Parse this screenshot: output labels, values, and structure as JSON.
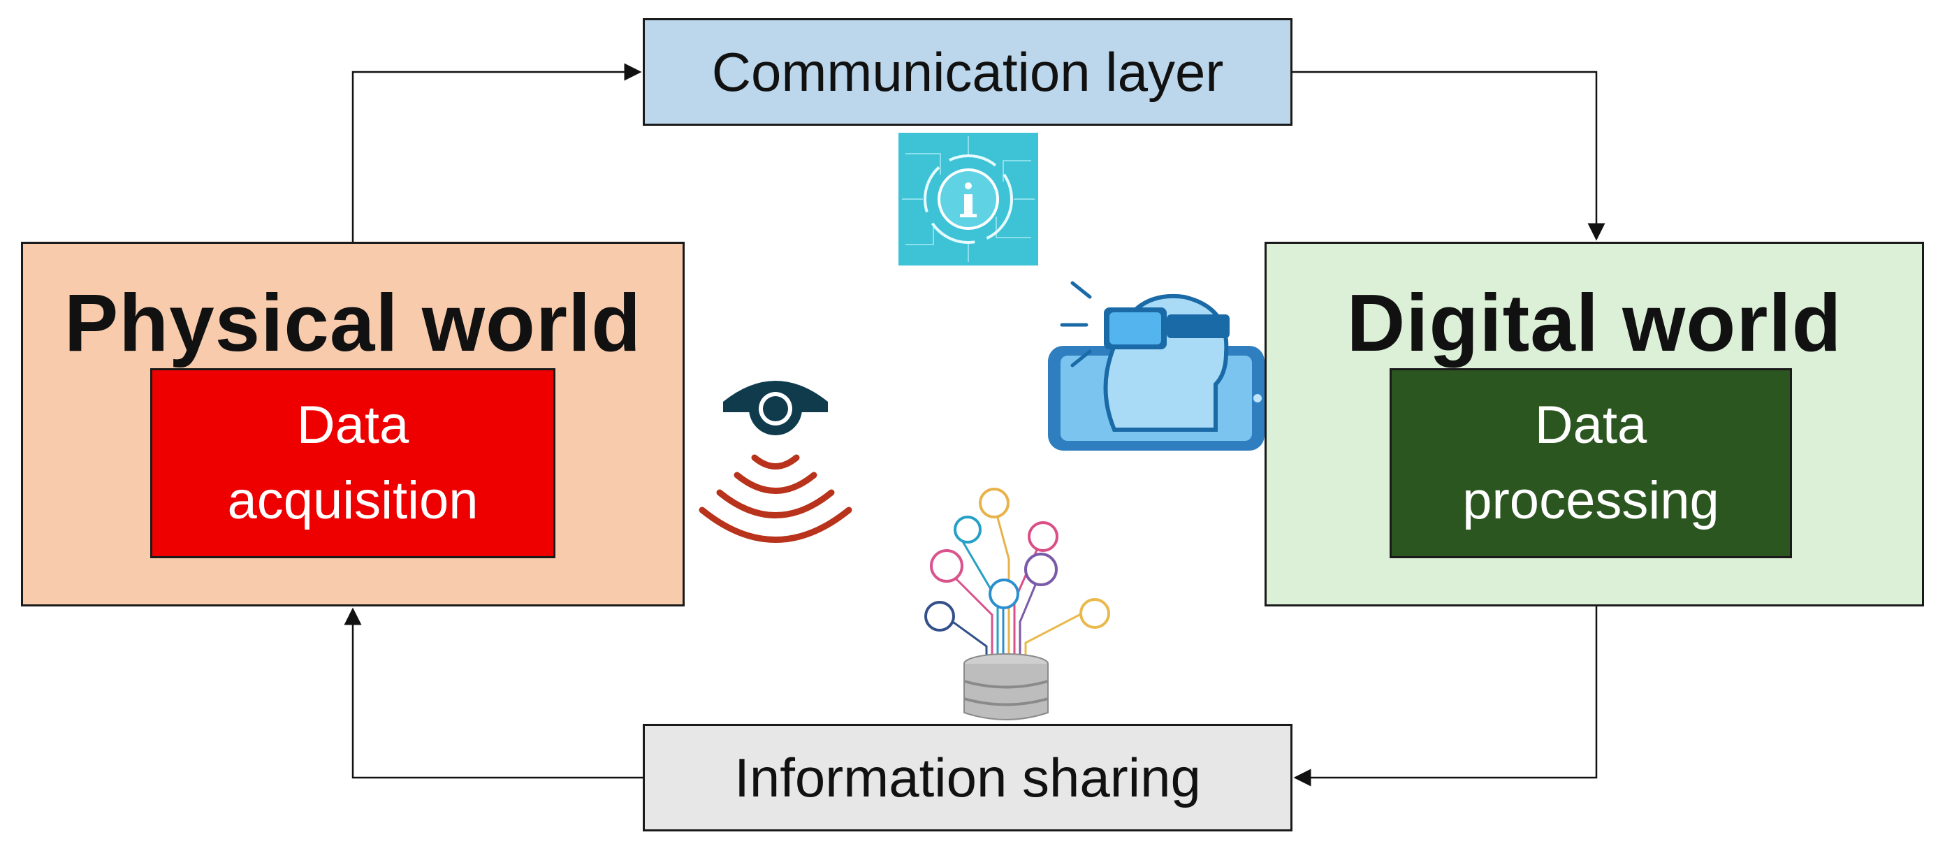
{
  "nodes": {
    "communication_layer": "Communication layer",
    "information_sharing": "Information sharing",
    "physical_world": {
      "title": "Physical world",
      "inner_line1": "Data",
      "inner_line2": "acquisition"
    },
    "digital_world": {
      "title": "Digital world",
      "inner_line1": "Data",
      "inner_line2": "processing"
    }
  },
  "icons": [
    "info-chip-icon",
    "wireless-sensor-icon",
    "vr-headset-phone-icon",
    "database-network-icon"
  ],
  "colors": {
    "communication_box": "#bcd7ec",
    "information_box": "#e7e7e7",
    "physical_box": "#f8cbad",
    "acquisition_box": "#ee0000",
    "digital_box": "#dcf0d8",
    "processing_box": "#2c5620"
  }
}
